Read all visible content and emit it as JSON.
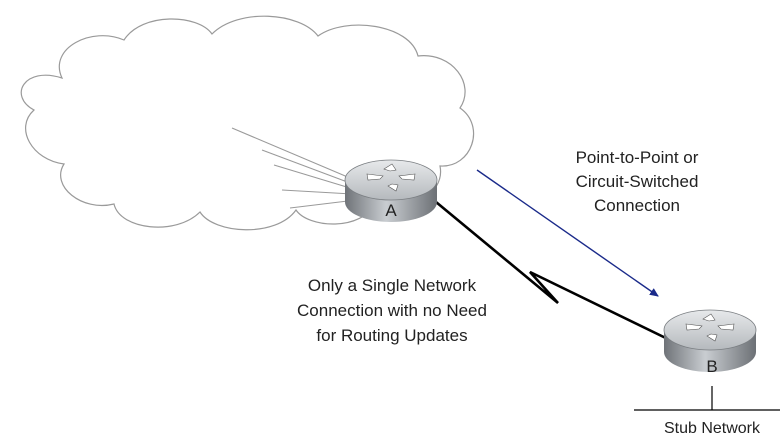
{
  "routers": [
    {
      "id": "A",
      "label": "A"
    },
    {
      "id": "B",
      "label": "B"
    }
  ],
  "labels": {
    "link_type": [
      "Point-to-Point or",
      "Circuit-Switched",
      "Connection"
    ],
    "description": [
      "Only a Single Network",
      "Connection with no Need",
      "for Routing Updates"
    ],
    "stub": "Stub Network"
  },
  "colors": {
    "arrow": "#1a2a8a",
    "cloud_stroke": "#9a9a9a",
    "router_body": "#9ea2a6",
    "link": "#000000"
  }
}
